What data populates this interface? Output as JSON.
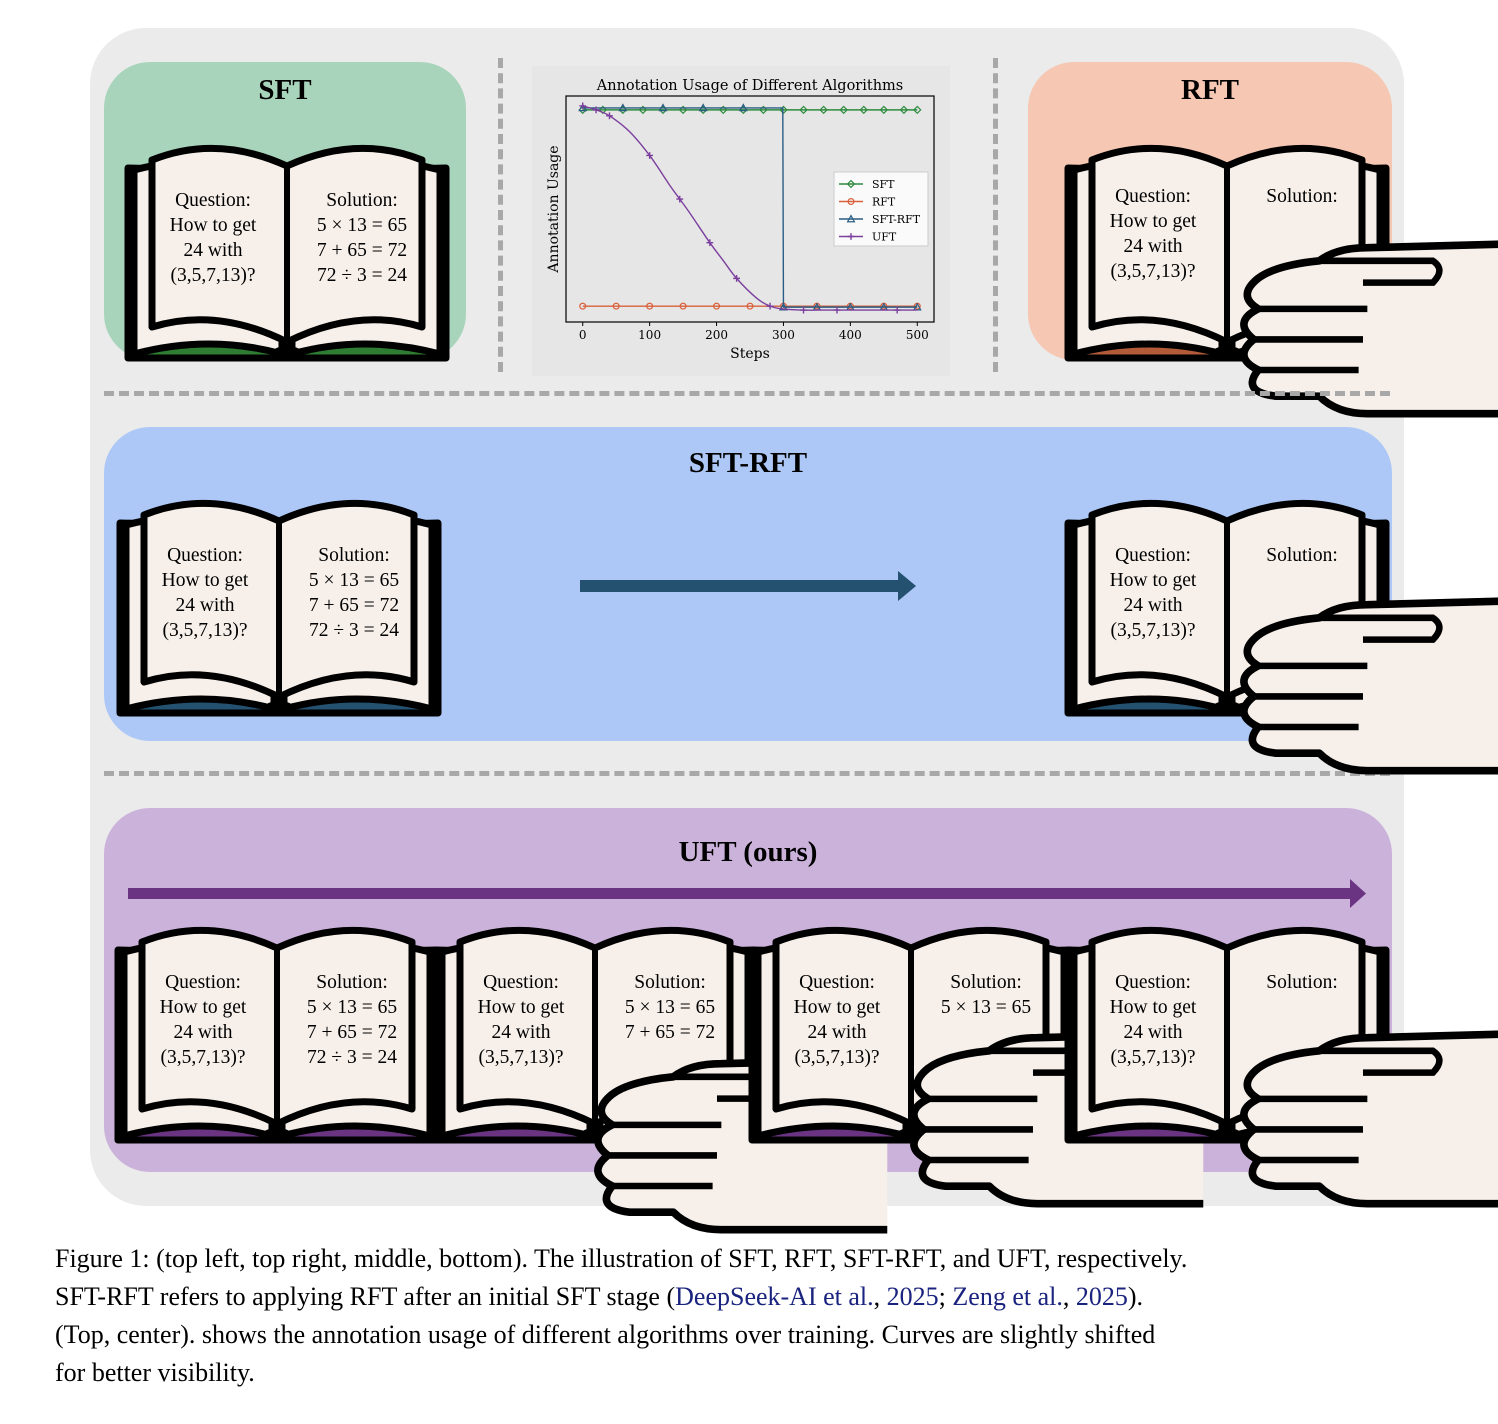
{
  "panels": {
    "sft": {
      "title": "SFT",
      "fill": "#a9d4bc",
      "accent": "#2e7d32"
    },
    "rft": {
      "title": "RFT",
      "fill": "#f6c8b4",
      "accent": "#b35a38"
    },
    "sft_rft": {
      "title": "SFT-RFT",
      "fill": "#adc8f7",
      "accent": "#24516f"
    },
    "uft": {
      "title": "UFT (ours)",
      "fill": "#cbb2da",
      "accent": "#6b3483"
    }
  },
  "book": {
    "question": [
      "Question:",
      "How to get",
      "24 with",
      "(3,5,7,13)?"
    ],
    "solution_label": "Solution:",
    "solution_steps": [
      "5 × 13 = 65",
      "7 + 65 = 72",
      "72 ÷ 3 = 24"
    ]
  },
  "colors": {
    "page": "#f7f0ea",
    "ink": "#000000",
    "figure_bg": "#ebebeb",
    "divider": "#a8a8a8"
  },
  "chart_data": {
    "type": "line",
    "title": "Annotation Usage of Different Algorithms",
    "xlabel": "Steps",
    "ylabel": "Annotation Usage",
    "xlim": [
      -25,
      525
    ],
    "ylim": [
      -0.07,
      1.07
    ],
    "xticks": [
      0,
      100,
      200,
      300,
      400,
      500
    ],
    "legend_position": "center-right",
    "grid": false,
    "series": [
      {
        "name": "SFT",
        "color": "#2e8b3e",
        "marker": "diamond",
        "x": [
          0,
          30,
          60,
          90,
          120,
          150,
          180,
          210,
          240,
          270,
          300,
          330,
          360,
          390,
          420,
          450,
          480,
          500
        ],
        "y": [
          1,
          1,
          1,
          1,
          1,
          1,
          1,
          1,
          1,
          1,
          1,
          1,
          1,
          1,
          1,
          1,
          1,
          1
        ]
      },
      {
        "name": "RFT",
        "color": "#d9603b",
        "marker": "circle",
        "x": [
          0,
          50,
          100,
          150,
          200,
          250,
          300,
          350,
          400,
          450,
          500
        ],
        "y": [
          0.01,
          0.01,
          0.01,
          0.01,
          0.01,
          0.01,
          0.01,
          0.01,
          0.01,
          0.01,
          0.01
        ]
      },
      {
        "name": "SFT-RFT",
        "color": "#2b5d84",
        "marker": "triangle",
        "x": [
          0,
          60,
          120,
          180,
          240,
          299,
          300,
          350,
          400,
          450,
          500
        ],
        "y": [
          1.01,
          1.01,
          1.01,
          1.01,
          1.01,
          1.01,
          0.005,
          0.005,
          0.005,
          0.005,
          0.005
        ]
      },
      {
        "name": "UFT",
        "color": "#7b3f9e",
        "marker": "plus",
        "x": [
          0,
          20,
          40,
          70,
          100,
          130,
          145,
          160,
          190,
          210,
          230,
          260,
          280,
          300,
          330,
          350,
          380,
          420,
          470,
          500
        ],
        "y": [
          1.02,
          1.0,
          0.97,
          0.89,
          0.77,
          0.62,
          0.55,
          0.48,
          0.33,
          0.24,
          0.15,
          0.05,
          0.01,
          -0.005,
          -0.01,
          -0.01,
          -0.01,
          -0.01,
          -0.01,
          -0.01
        ]
      }
    ]
  },
  "caption": {
    "line1": "Figure 1: (top left, top right, middle, bottom). The illustration of SFT, RFT, SFT-RFT, and UFT, respectively.",
    "line2_pre": "SFT-RFT refers to applying RFT after an initial SFT stage (",
    "cite1_author": "DeepSeek-AI et al.",
    "cite1_year": "2025",
    "cite2_author": "Zeng et al.",
    "cite2_year": "2025",
    "line2_post": ").",
    "line3": "(Top, center). shows the annotation usage of different algorithms over training. Curves are slightly shifted",
    "line4": "for better visibility."
  }
}
